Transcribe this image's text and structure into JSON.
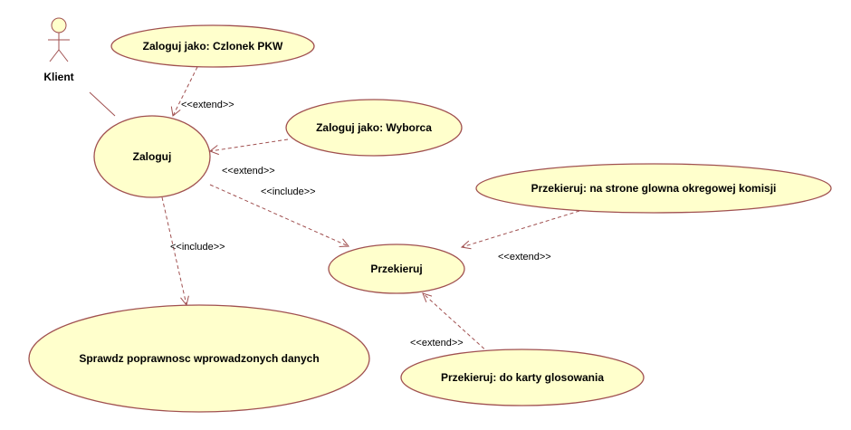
{
  "actor": {
    "name": "Klient"
  },
  "use_cases": {
    "zaloguj": "Zaloguj",
    "czlonek_pkw": "Zaloguj jako: Czlonek PKW",
    "wyborca": "Zaloguj jako: Wyborca",
    "przekieruj": "Przekieruj",
    "strona_glowna": "Przekieruj: na strone glowna okregowej komisji",
    "karta": "Przekieruj: do karty glosowania",
    "sprawdz": "Sprawdz poprawnosc wprowadzonych danych"
  },
  "relations": {
    "czlonek_to_zaloguj": "<<extend>>",
    "wyborca_to_zaloguj": "<<extend>>",
    "zaloguj_to_przekieruj": "<<include>>",
    "zaloguj_to_sprawdz": "<<include>>",
    "strona_to_przekieruj": "<<extend>>",
    "karta_to_przekieruj": "<<extend>>"
  },
  "colors": {
    "use_case_fill": "#ffffcc",
    "line": "#a05050"
  }
}
